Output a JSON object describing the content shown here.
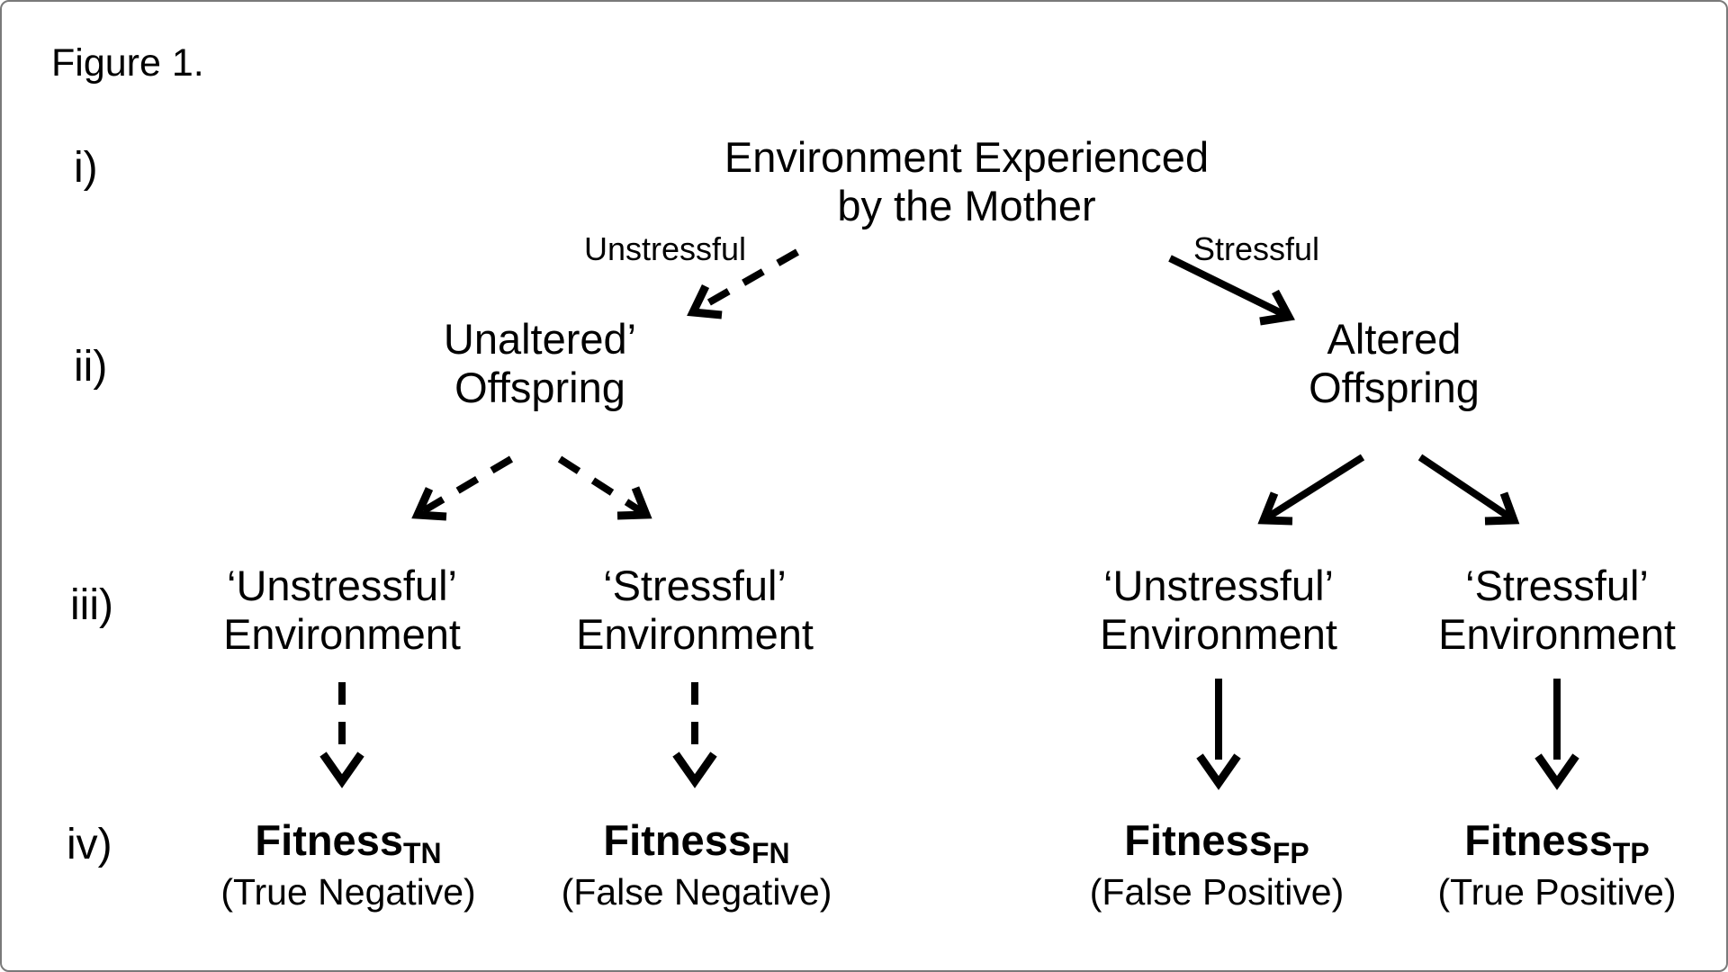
{
  "figure_label": "Figure 1.",
  "row_labels": {
    "i": "i)",
    "ii": "ii)",
    "iii": "iii)",
    "iv": "iv)"
  },
  "nodes": {
    "mother": {
      "line1": "Environment Experienced",
      "line2": "by the Mother"
    },
    "unaltered_offspring": {
      "line1": "Unaltered’",
      "line2": "Offspring"
    },
    "altered_offspring": {
      "line1": "Altered",
      "line2": "Offspring"
    },
    "env_unaltered_unstressful": {
      "line1": "‘Unstressful’",
      "line2": "Environment"
    },
    "env_unaltered_stressful": {
      "line1": "‘Stressful’",
      "line2": "Environment"
    },
    "env_altered_unstressful": {
      "line1": "‘Unstressful’",
      "line2": "Environment"
    },
    "env_altered_stressful": {
      "line1": "‘Stressful’",
      "line2": "Environment"
    },
    "fitness_tn": {
      "label": "Fitness",
      "subscript": "TN",
      "caption": "(True Negative)"
    },
    "fitness_fn": {
      "label": "Fitness",
      "subscript": "FN",
      "caption": "(False Negative)"
    },
    "fitness_fp": {
      "label": "Fitness",
      "subscript": "FP",
      "caption": "(False Positive)"
    },
    "fitness_tp": {
      "label": "Fitness",
      "subscript": "TP",
      "caption": "(True Positive)"
    }
  },
  "edges": [
    {
      "from": "mother",
      "to": "unaltered_offspring",
      "label": "Unstressful",
      "style": "dashed"
    },
    {
      "from": "mother",
      "to": "altered_offspring",
      "label": "Stressful",
      "style": "solid"
    },
    {
      "from": "unaltered_offspring",
      "to": "env_unaltered_unstressful",
      "style": "dashed"
    },
    {
      "from": "unaltered_offspring",
      "to": "env_unaltered_stressful",
      "style": "dashed"
    },
    {
      "from": "altered_offspring",
      "to": "env_altered_unstressful",
      "style": "solid"
    },
    {
      "from": "altered_offspring",
      "to": "env_altered_stressful",
      "style": "solid"
    },
    {
      "from": "env_unaltered_unstressful",
      "to": "fitness_tn",
      "style": "dashed"
    },
    {
      "from": "env_unaltered_stressful",
      "to": "fitness_fn",
      "style": "dashed"
    },
    {
      "from": "env_altered_unstressful",
      "to": "fitness_fp",
      "style": "solid"
    },
    {
      "from": "env_altered_stressful",
      "to": "fitness_tp",
      "style": "solid"
    }
  ],
  "colors": {
    "ink": "#000000",
    "border": "#7a7a7a",
    "background": "#ffffff"
  }
}
